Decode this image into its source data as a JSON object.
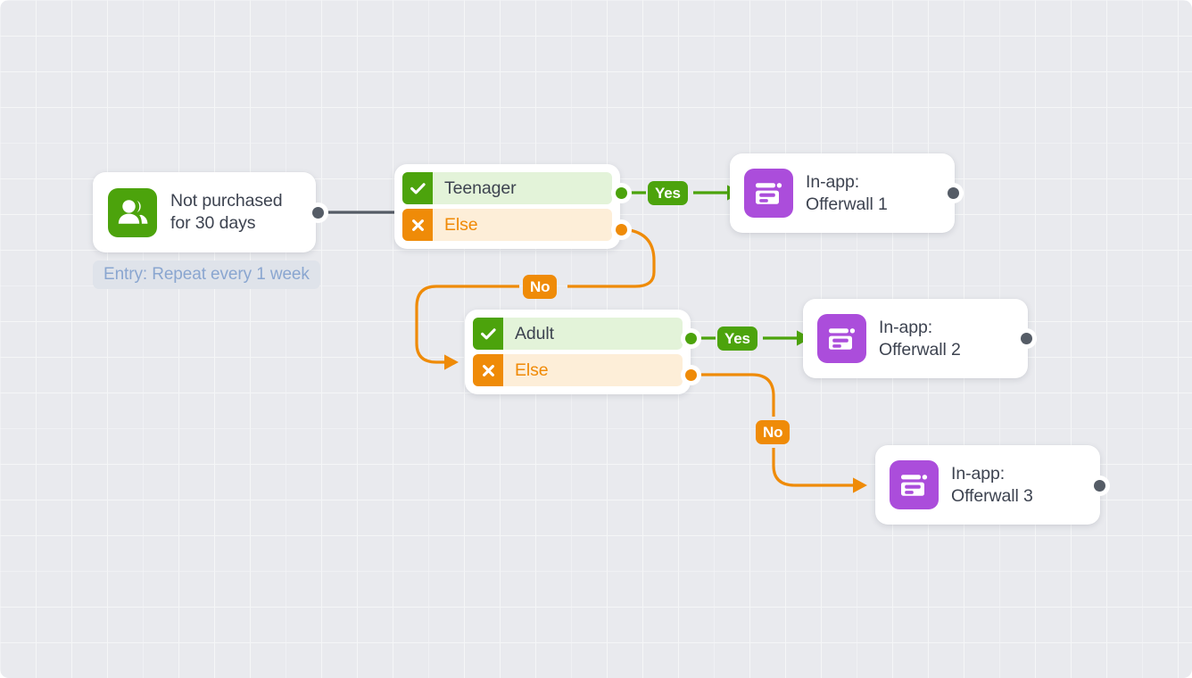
{
  "canvas": {
    "background_color": "#e9eaee",
    "grid": "dotted-grid"
  },
  "colors": {
    "green": "#4ca30c",
    "orange": "#ef8b08",
    "purple": "#ab4ddb",
    "gray_edge": "#555c66",
    "text_dark": "#3d4350",
    "entry_text": "#8aa6d0"
  },
  "trigger": {
    "icon": "people-icon",
    "title": "Not purchased\nfor 30 days",
    "entry_label": "Entry: Repeat every 1 week"
  },
  "conditions": [
    {
      "id": "condition-teenager",
      "rows": [
        {
          "icon": "check-icon",
          "label": "Teenager",
          "type": "match"
        },
        {
          "icon": "cross-icon",
          "label": "Else",
          "type": "else"
        }
      ]
    },
    {
      "id": "condition-adult",
      "rows": [
        {
          "icon": "check-icon",
          "label": "Adult",
          "type": "match"
        },
        {
          "icon": "cross-icon",
          "label": "Else",
          "type": "else"
        }
      ]
    }
  ],
  "edge_labels": {
    "yes_1": "Yes",
    "no_1": "No",
    "yes_2": "Yes",
    "no_2": "No"
  },
  "messages": [
    {
      "id": "offerwall-1",
      "icon": "in-app-message-icon",
      "title": "In-app:\nOfferwall 1"
    },
    {
      "id": "offerwall-2",
      "icon": "in-app-message-icon",
      "title": "In-app:\nOfferwall 2"
    },
    {
      "id": "offerwall-3",
      "icon": "in-app-message-icon",
      "title": "In-app:\nOfferwall 3"
    }
  ]
}
